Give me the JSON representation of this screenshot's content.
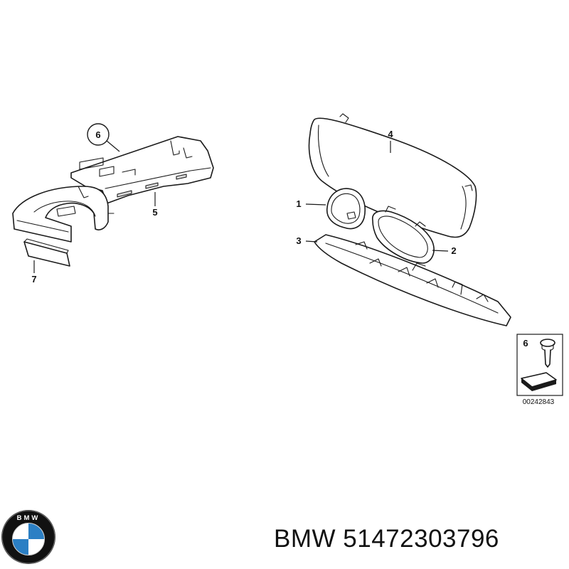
{
  "diagram": {
    "callouts": {
      "part_1": "1",
      "part_2": "2",
      "part_3": "3",
      "part_4": "4",
      "part_5": "5",
      "part_6": "6",
      "part_7": "7"
    },
    "inset": {
      "part_number": "6",
      "drawing_id": "00242843"
    }
  },
  "logo": {
    "name": "bmw-logo-icon",
    "text": "BMW",
    "colors": {
      "blue": "#2b7fc4",
      "ring": "#111111",
      "white": "#ffffff"
    }
  },
  "caption": {
    "brand": "BMW",
    "part_number": "51472303796"
  }
}
